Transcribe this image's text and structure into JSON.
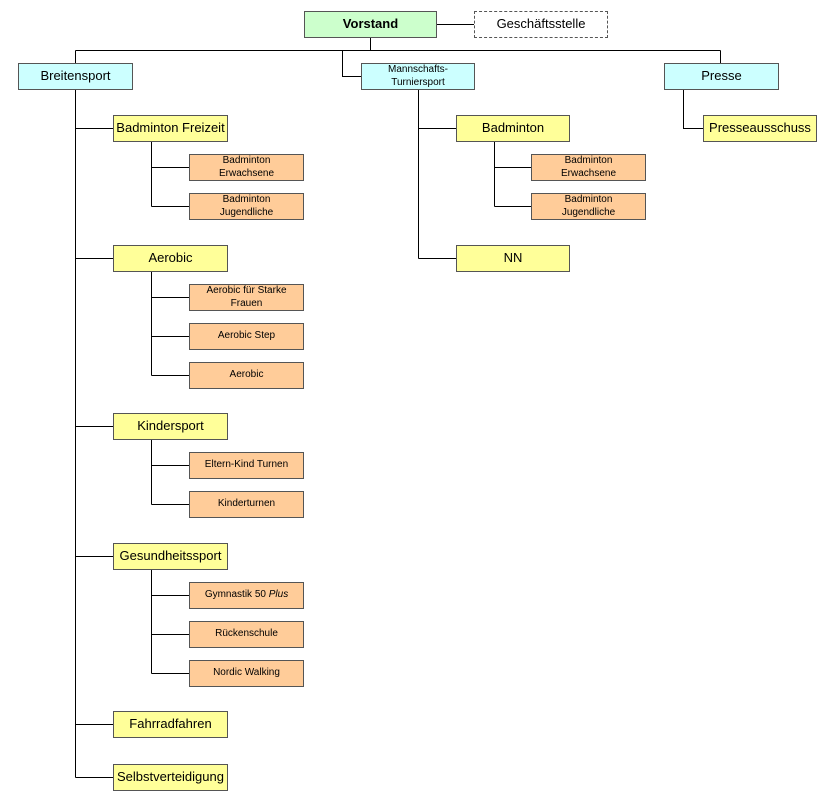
{
  "top": {
    "vorstand": "Vorstand",
    "geschaeftsstelle": "Geschäftsstelle"
  },
  "level1": {
    "breitensport": "Breitensport",
    "mannschafts_line1": "Mannschafts-",
    "mannschafts_line2": "Turniersport",
    "presse": "Presse"
  },
  "breitensport": {
    "badminton_freizeit": "Badminton Freizeit",
    "bf_erwachsene_1": "Badminton",
    "bf_erwachsene_2": "Erwachsene",
    "bf_jugendliche_1": "Badminton",
    "bf_jugendliche_2": "Jugendliche",
    "aerobic": "Aerobic",
    "aerobic_starke_1": "Aerobic für Starke",
    "aerobic_starke_2": "Frauen",
    "aerobic_step": "Aerobic Step",
    "aerobic_sub": "Aerobic",
    "kindersport": "Kindersport",
    "eltern_kind": "Eltern-Kind Turnen",
    "kinderturnen": "Kinderturnen",
    "gesundheitssport": "Gesundheitssport",
    "gymnastik_prefix": "Gymnastik 50 ",
    "gymnastik_plus": "Plus",
    "rueckenschule": "Rückenschule",
    "nordic_walking": "Nordic Walking",
    "fahrradfahren": "Fahrradfahren",
    "selbstverteidigung": "Selbstverteidigung"
  },
  "mannschaft": {
    "badminton": "Badminton",
    "erwachsene_1": "Badminton",
    "erwachsene_2": "Erwachsene",
    "jugendliche_1": "Badminton",
    "jugendliche_2": "Jugendliche",
    "nn": "NN"
  },
  "presse": {
    "ausschuss": "Presseausschuss"
  },
  "colors": {
    "board": "#ccffcc",
    "division": "#ccffff",
    "group": "#ffff99",
    "subgroup": "#ffcc99",
    "line": "#000000"
  }
}
